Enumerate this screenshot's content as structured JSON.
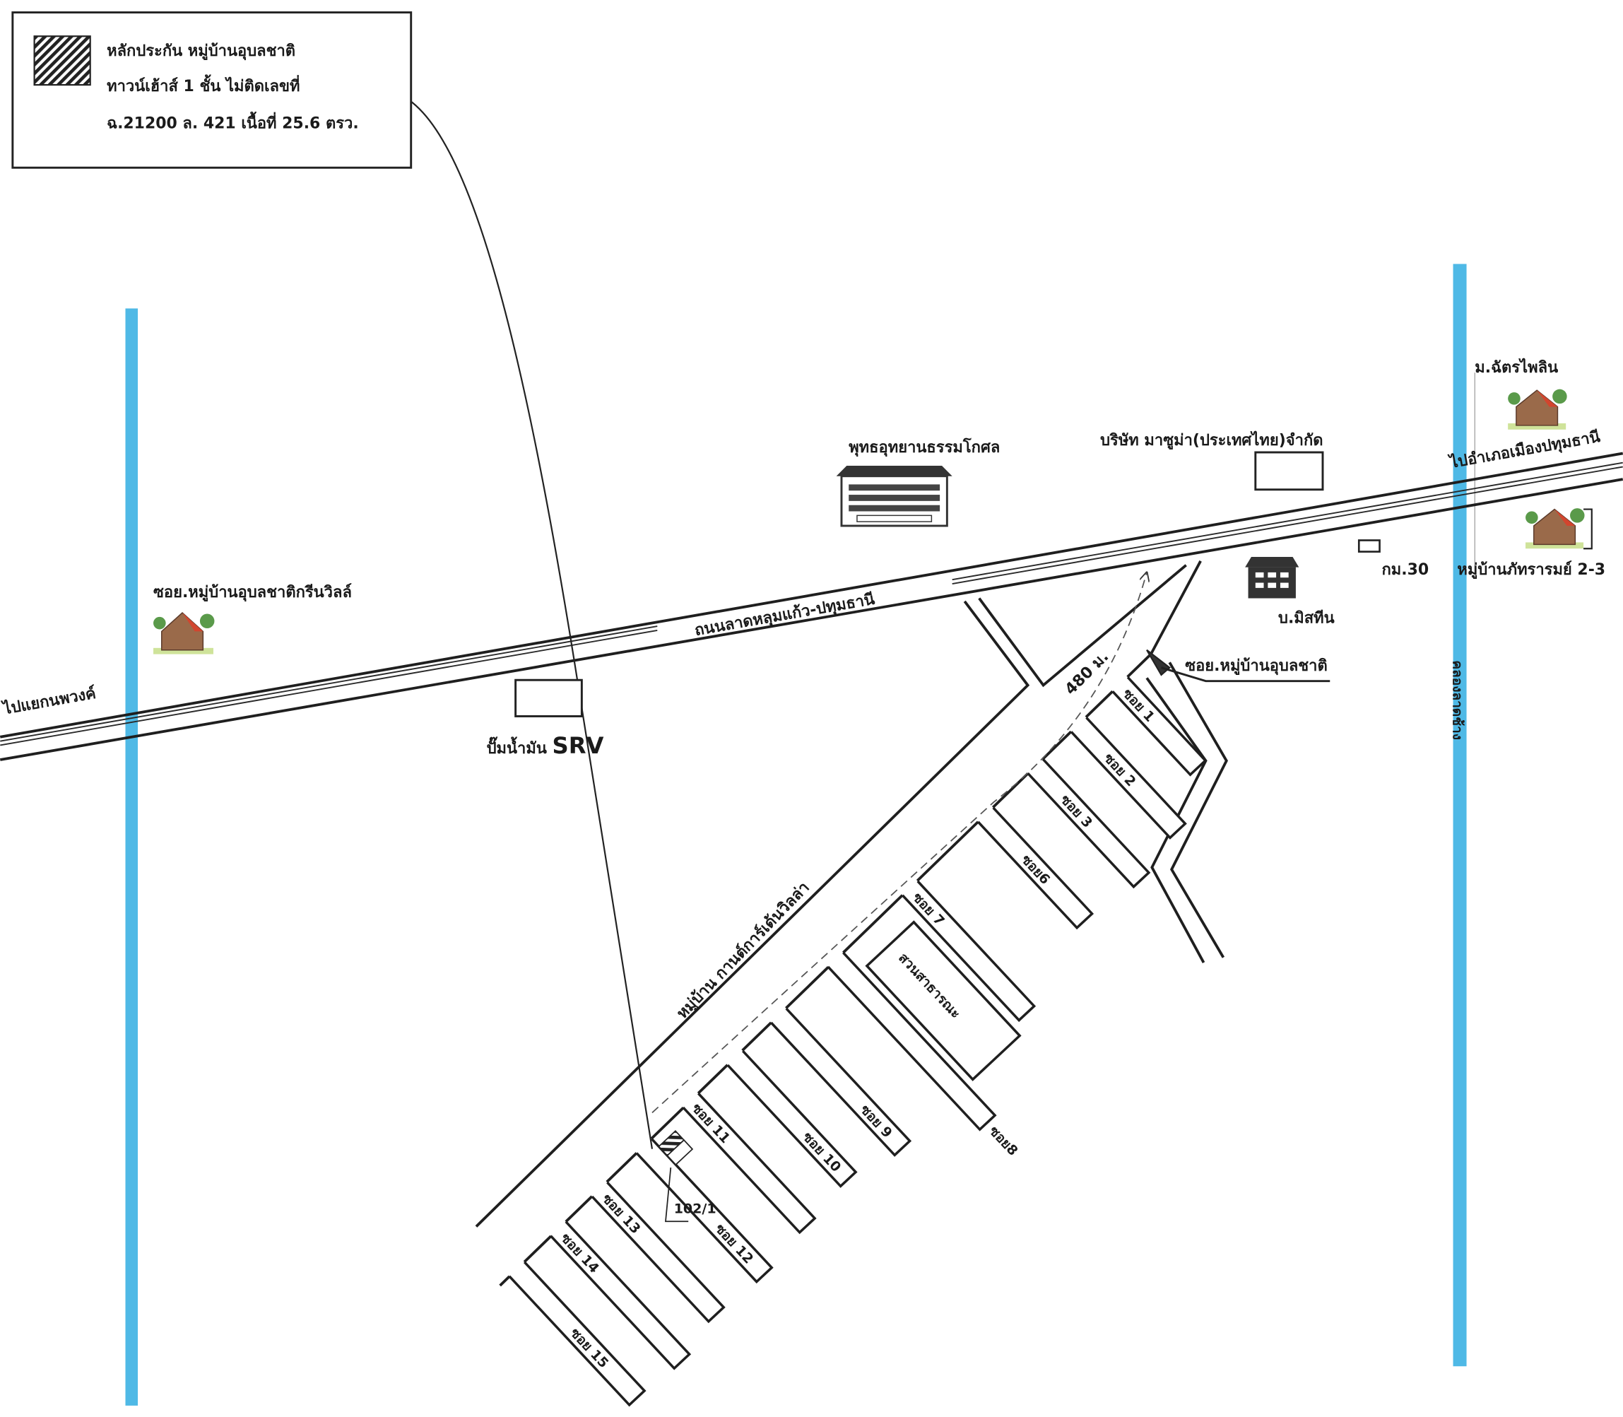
{
  "legend": {
    "line1": "หลักประกัน  หมู่บ้านอุบลชาติ",
    "line2": "ทาวน์เฮ้าส์ 1 ชั้น ไม่ติดเลขที่",
    "line3": "ฉ.21200 ล. 421  เนื้อที่ 25.6 ตรว."
  },
  "roads": {
    "main_road": "ถนนลาดหลุมแก้ว-ปทุมธานี",
    "to_left": "ไปแยกนพวงค์",
    "to_right": "ไปอำเภอเมืองปทุมธานี",
    "village_road": "หมู่บ้าน กานต์การ์เด้นวิลล่า",
    "distance": "480 ม.",
    "entrance_soi": "ซอย.หมู่บ้านอุบลชาติ"
  },
  "canal": "คลองลาดช้าง",
  "canal_color": "#4fb9e6",
  "landmarks": {
    "green_ville": "ซอย.หมู่บ้านอุบลชาติกรีนวิลล์",
    "buddha_park": "พุทธอุทยานธรรมโกศล",
    "masuma": "บริษัท มาซูม่า(ประเทศไทย)จำกัด",
    "mistine": "บ.มิสทีน",
    "km": "กม.30",
    "chatpailin": "ม.ฉัตรไพลิน",
    "phattharamy": "หมู่บ้านภัทรารมย์ 2-3",
    "gas_station_prefix": "ปั๊มน้ำมัน",
    "gas_station_brand": "SRV",
    "public_park": "สวนสาธารณะ",
    "property_no": "102/1"
  },
  "sois": [
    "ซอย 1",
    "ซอย 2",
    "ซอย 3",
    "ซอย6",
    "ซอย 7",
    "ซอย8",
    "ซอย 9",
    "ซอย 10",
    "ซอย 11",
    "ซอย 12",
    "ซอย 13",
    "ซอย 14",
    "ซอย 15"
  ]
}
